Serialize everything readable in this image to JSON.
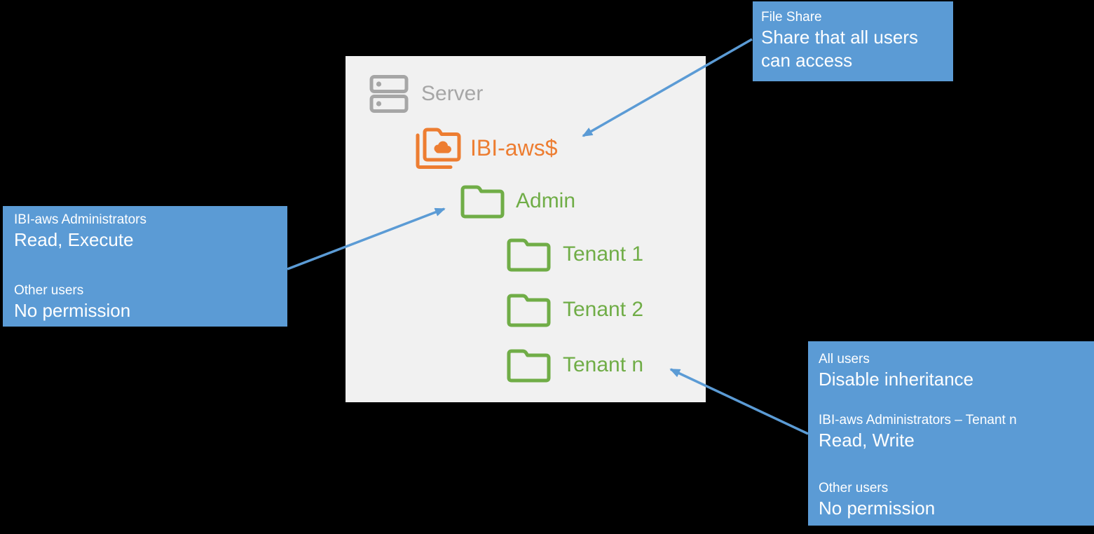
{
  "colors": {
    "background": "#000000",
    "panel": "#F1F1F1",
    "callout_blue": "#5B9BD5",
    "arrow_blue": "#5B9BD5",
    "folder_green": "#70AD47",
    "share_orange": "#ED7D31",
    "server_gray": "#A6A6A6",
    "callout_text": "#FFFFFF"
  },
  "tree": {
    "server": {
      "label": "Server",
      "icon": "server-icon"
    },
    "share": {
      "label": "IBI-aws$",
      "icon": "shared-folder-cloud-icon"
    },
    "admin": {
      "label": "Admin",
      "icon": "folder-icon"
    },
    "tenants": [
      {
        "label": "Tenant 1",
        "icon": "folder-icon"
      },
      {
        "label": "Tenant 2",
        "icon": "folder-icon"
      },
      {
        "label": "Tenant n",
        "icon": "folder-icon"
      }
    ]
  },
  "callouts": {
    "file_share": {
      "heading": "File Share",
      "body": "Share that all users can access"
    },
    "admin_permissions": {
      "entries": [
        {
          "who": "IBI-aws Administrators",
          "permission": "Read, Execute"
        },
        {
          "who": "Other users",
          "permission": "No permission"
        }
      ]
    },
    "tenant_permissions": {
      "entries": [
        {
          "who": "All users",
          "permission": "Disable inheritance"
        },
        {
          "who": "IBI-aws Administrators – Tenant n",
          "permission": "Read, Write"
        },
        {
          "who": "Other users",
          "permission": "No permission"
        }
      ]
    }
  }
}
